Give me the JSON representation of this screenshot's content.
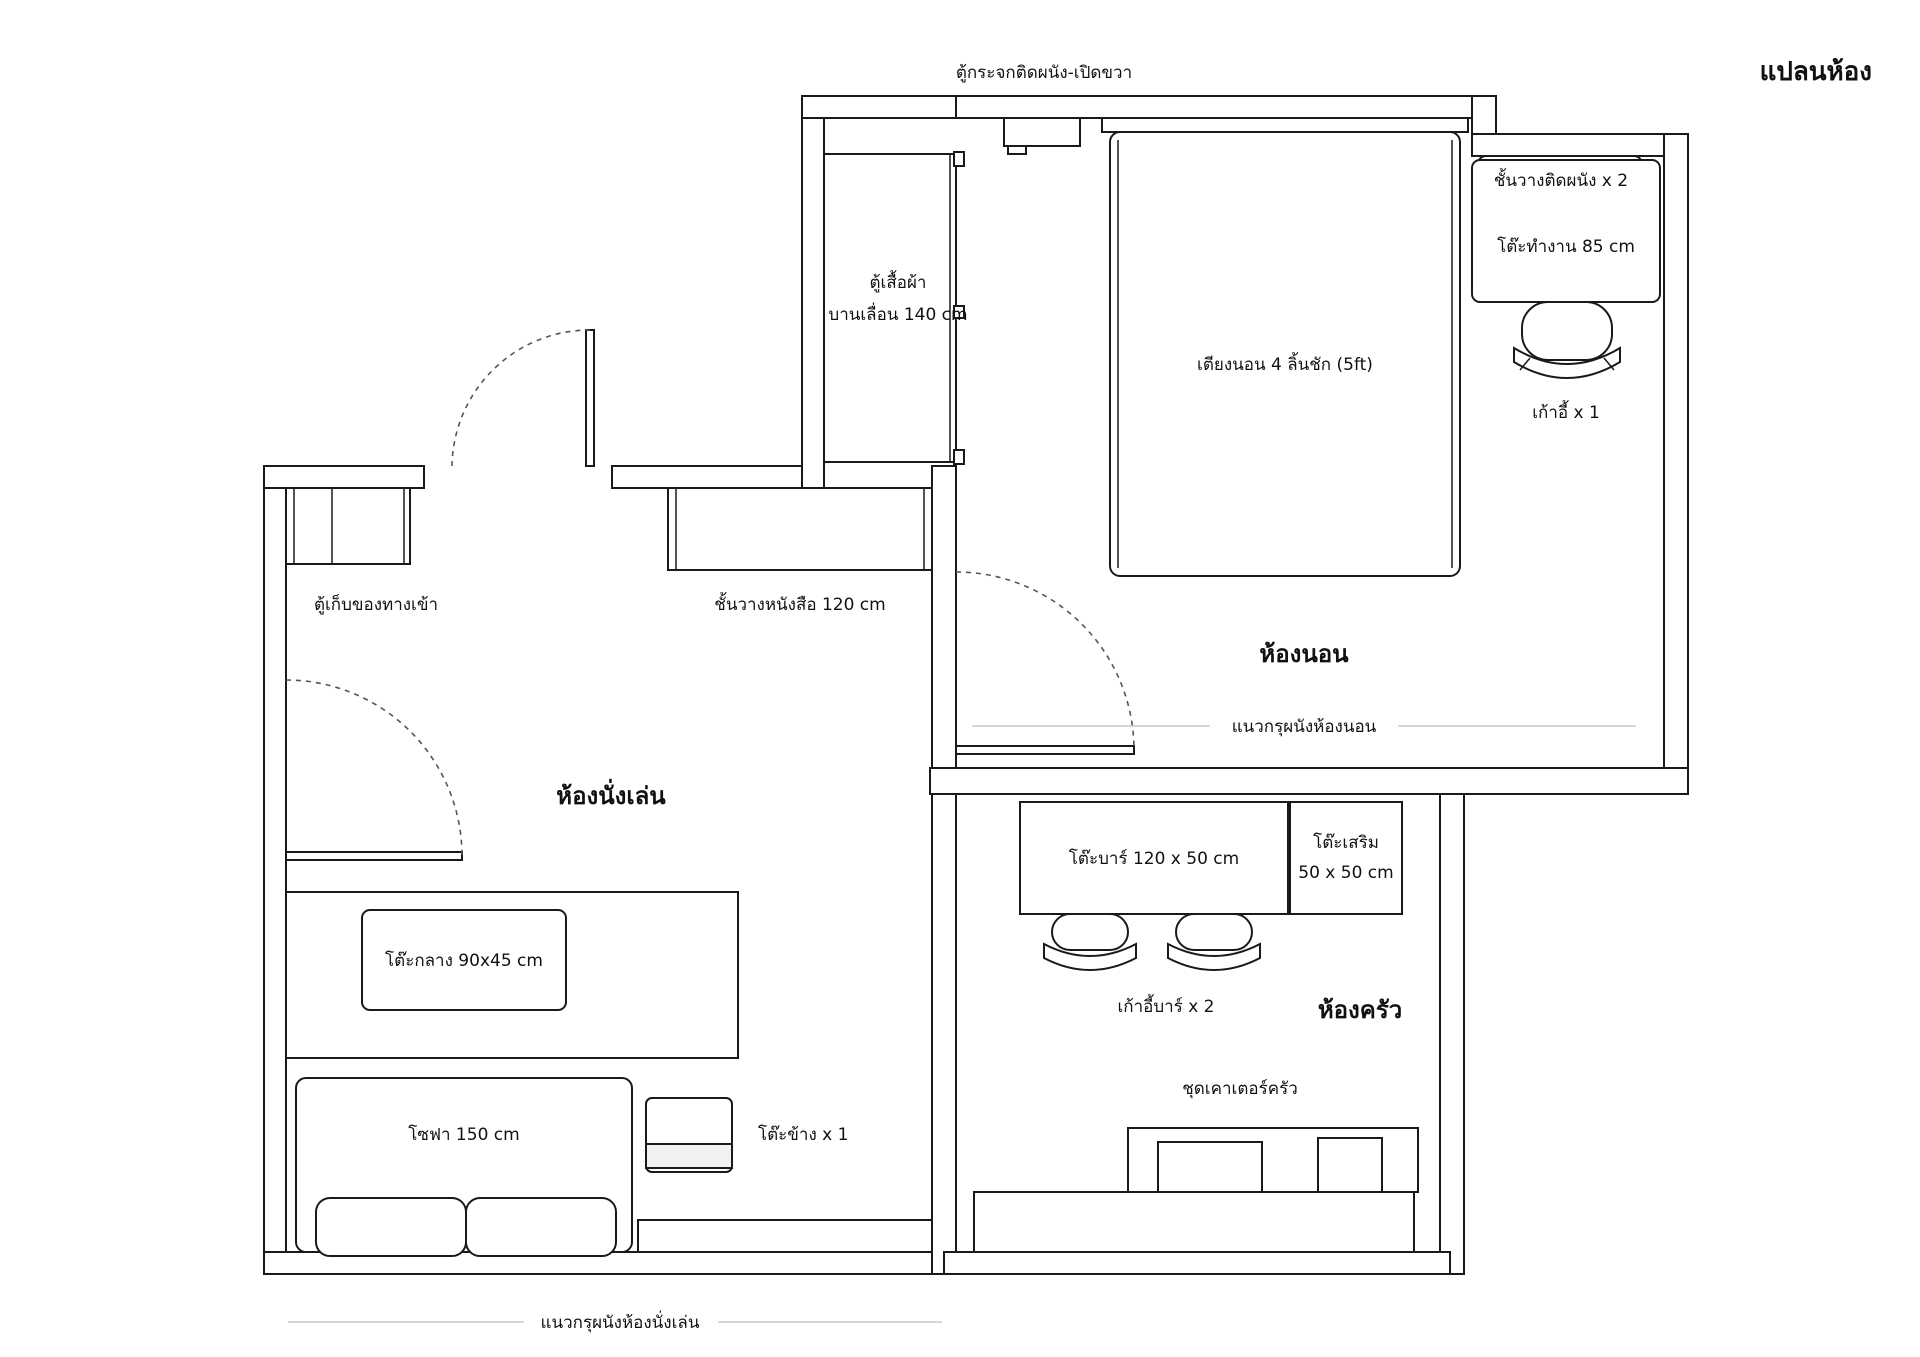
{
  "title": "แปลนห้อง",
  "rooms": {
    "living": "ห้องนั่งเล่น",
    "bedroom": "ห้องนอน",
    "kitchen": "ห้องครัว"
  },
  "labels": {
    "mirror_cabinet": "ตู้กระจกติดผนัง-เปิดขวา",
    "wardrobe_line1": "ตู้เสื้อผ้า",
    "wardrobe_line2": "บานเลื่อน 140 cm",
    "bed": "เตียงนอน 4 ลิ้นชัก (5ft)",
    "wall_shelf": "ชั้นวางติดผนัง x 2",
    "work_desk": "โต๊ะทำงาน 85 cm",
    "chair": "เก้าอี้ x 1",
    "entry_storage": "ตู้เก็บของทางเข้า",
    "bookshelf": "ชั้นวางหนังสือ 120 cm",
    "bedroom_wallpaper": "แนวกรุผนังห้องนอน",
    "bar_table": "โต๊ะบาร์ 120 x 50 cm",
    "extra_table_line1": "โต๊ะเสริม",
    "extra_table_line2": "50 x 50 cm",
    "bar_chairs": "เก้าอี้บาร์ x 2",
    "coffee_table": "โต๊ะกลาง 90x45 cm",
    "sofa": "โซฟา 150 cm",
    "side_table": "โต๊ะข้าง x 1",
    "kitchen_counter": "ชุดเคาเตอร์ครัว",
    "living_wallpaper": "แนวกรุผนังห้องนั่งเล่น"
  },
  "colors": {
    "line": "#1a1a1a",
    "background": "#ffffff",
    "guide": "#c8c8c8"
  }
}
